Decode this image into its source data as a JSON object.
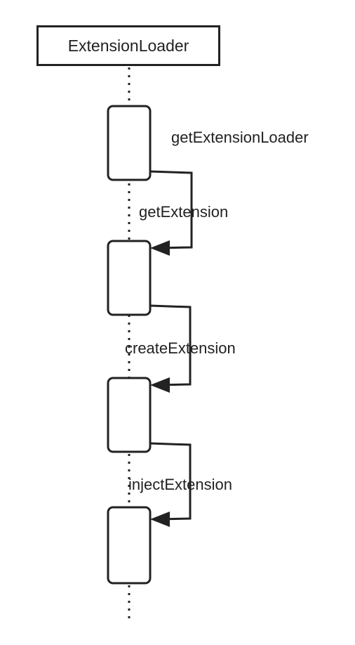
{
  "participant": {
    "name": "ExtensionLoader"
  },
  "messages": [
    {
      "label": "getExtensionLoader"
    },
    {
      "label": "getExtension"
    },
    {
      "label": "createExtension"
    },
    {
      "label": "injectExtension"
    }
  ],
  "colors": {
    "stroke": "#222222",
    "background": "#ffffff"
  }
}
